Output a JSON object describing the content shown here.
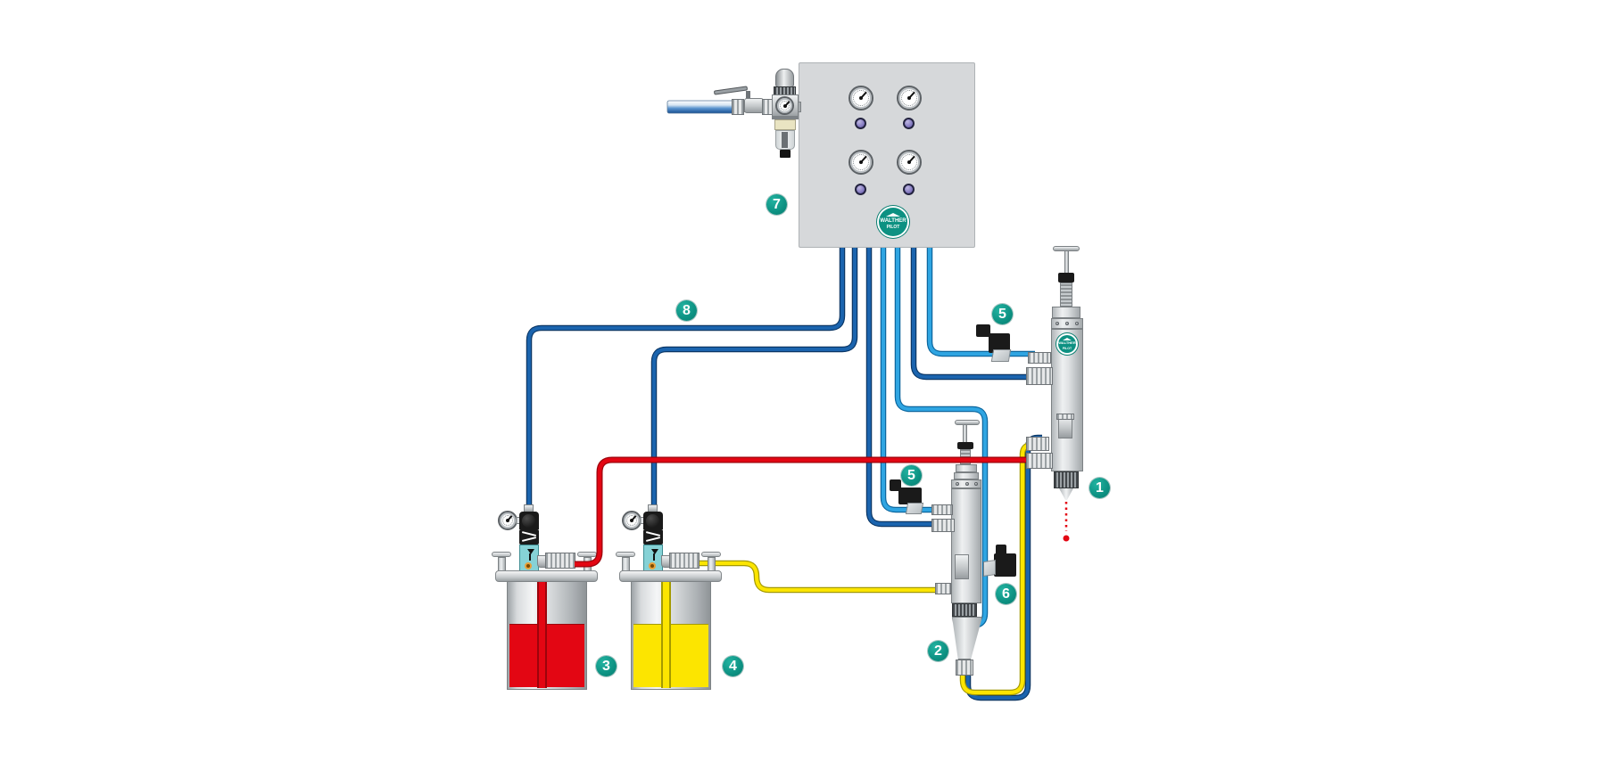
{
  "brand": {
    "logo_line1": "WALTHER",
    "logo_line2": "PILOT"
  },
  "callouts": {
    "spray_valve": "1",
    "dosing_valve": "2",
    "pressure_tank_red": "3",
    "pressure_tank_yellow": "4",
    "solenoid_valve_top": "5",
    "solenoid_valve_mid": "5",
    "solenoid_valve_bottom": "6",
    "control_unit": "7",
    "control_air_line": "8"
  },
  "colors": {
    "dark_blue": "#1b64ae",
    "dark_blue_edge": "#0b3766",
    "light_blue": "#2fa5e2",
    "light_blue_edge": "#0c679f",
    "red": "#e30613",
    "red_edge": "#9c040c",
    "yellow": "#fce500",
    "yellow_edge": "#a49a00",
    "teal": "#0d9182",
    "panel_gray": "#d6d8da"
  }
}
